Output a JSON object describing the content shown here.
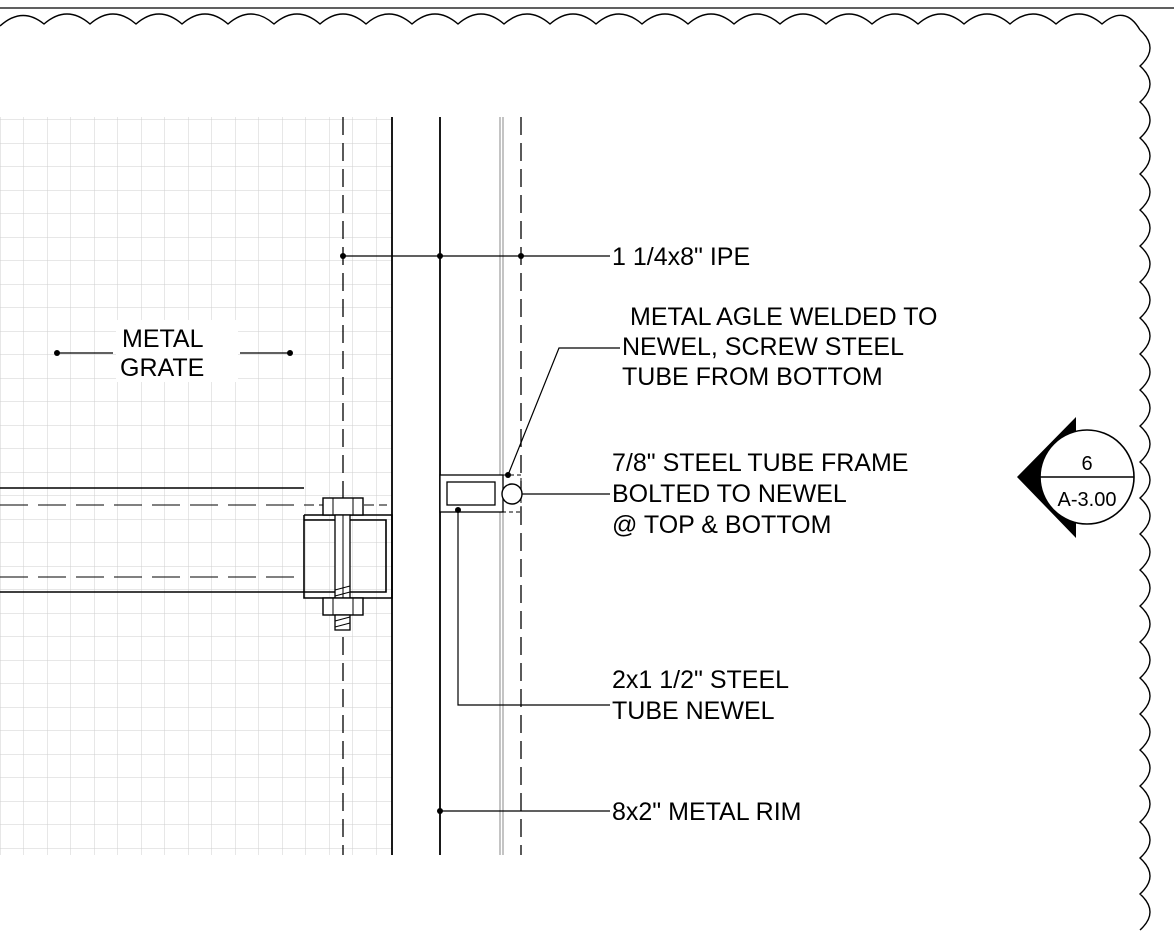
{
  "callouts": {
    "ipe": "1 1/4x8\" IPE",
    "metal_grate": [
      "METAL",
      "GRATE"
    ],
    "metal_angle": [
      "METAL AGLE WELDED TO",
      "NEWEL, SCREW STEEL",
      "TUBE FROM BOTTOM"
    ],
    "steel_tube_frame": [
      "7/8\" STEEL TUBE FRAME",
      "BOLTED TO NEWEL",
      "@ TOP & BOTTOM"
    ],
    "steel_tube_newel": [
      "2x1 1/2\" STEEL",
      "TUBE NEWEL"
    ],
    "metal_rim": "8x2\" METAL RIM"
  },
  "section_marker": {
    "number": "6",
    "sheet": "A-3.00"
  },
  "colors": {
    "line": "#000000",
    "grid": "#c8c8c8",
    "background": "#ffffff"
  }
}
